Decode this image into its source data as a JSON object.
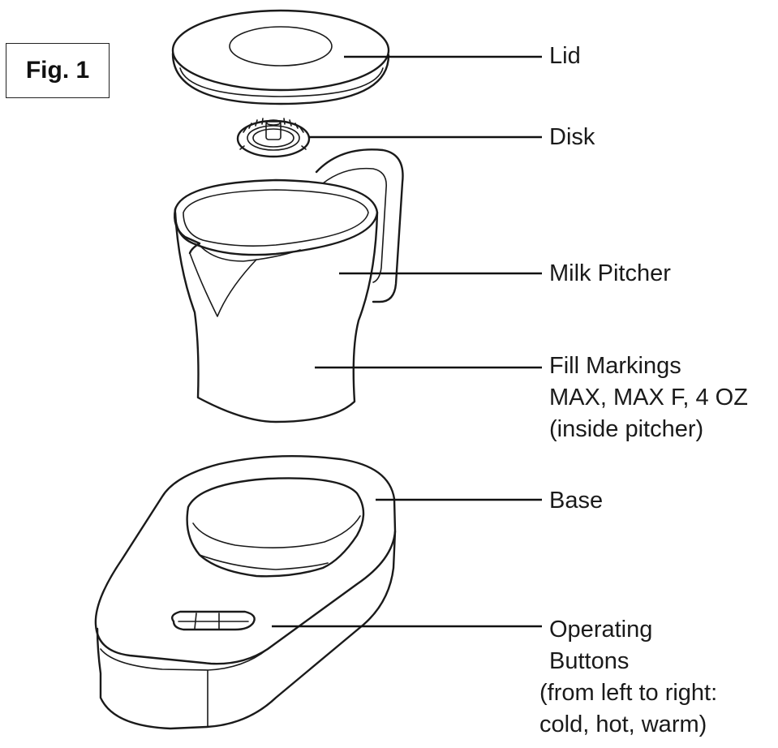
{
  "figure": {
    "label": "Fig. 1"
  },
  "callouts": {
    "lid": [
      "Lid"
    ],
    "disk": [
      "Disk"
    ],
    "milk_pitcher": [
      "Milk Pitcher"
    ],
    "fill_markings": [
      "Fill Markings",
      "MAX,  MAX F,  4 OZ",
      "(inside pitcher)"
    ],
    "base": [
      "Base"
    ],
    "operating_buttons": [
      "Operating",
      "Buttons",
      "(from left to right:",
      "cold, hot, warm)"
    ]
  }
}
